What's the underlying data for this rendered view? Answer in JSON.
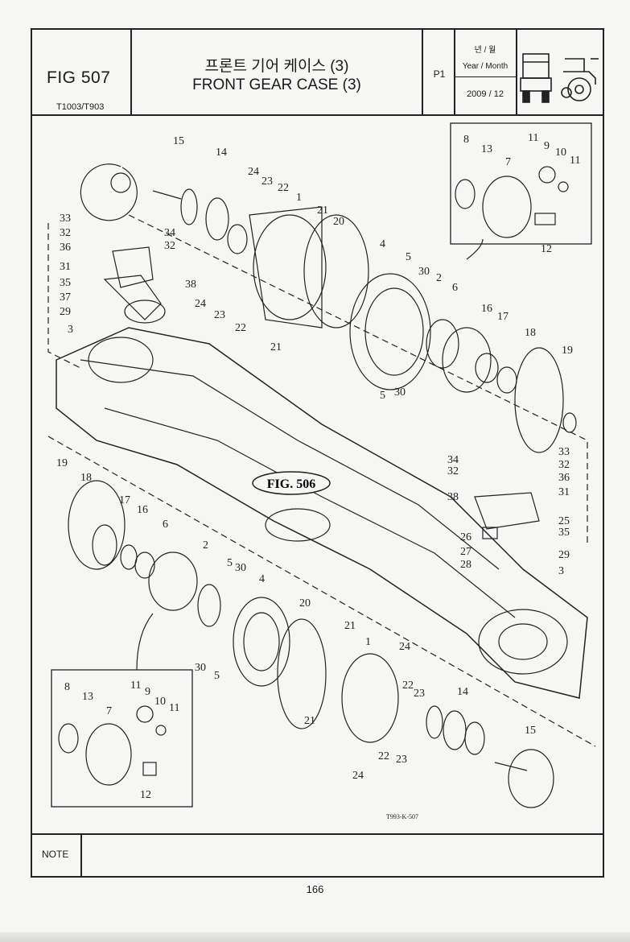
{
  "header": {
    "fig_number": "FIG 507",
    "models": "T1003/T903",
    "title_korean": "프론트 기어 케이스 (3)",
    "title_english": "FRONT GEAR CASE (3)",
    "page_code": "P1",
    "year_month_korean": "년 / 월",
    "year_month_english": "Year / Month",
    "year_month_value": "2009 / 12"
  },
  "diagram": {
    "callout_fig": "FIG. 506",
    "drawing_ref": "T993-K-507",
    "callouts_upper_left": [
      "15",
      "14",
      "24",
      "23",
      "22",
      "1",
      "21",
      "20",
      "33",
      "32",
      "34",
      "36",
      "32",
      "31",
      "35",
      "38",
      "37",
      "29",
      "3",
      "24",
      "23",
      "22",
      "21"
    ],
    "callouts_upper_right": [
      "4",
      "5",
      "30",
      "2",
      "6",
      "16",
      "17",
      "18",
      "19",
      "5",
      "30"
    ],
    "callouts_inset_top": [
      "8",
      "13",
      "11",
      "9",
      "10",
      "11",
      "7",
      "12"
    ],
    "callouts_right_bracket": [
      "34",
      "32",
      "33",
      "32",
      "36",
      "38",
      "31",
      "25",
      "35",
      "26",
      "27",
      "28",
      "29",
      "3"
    ],
    "callouts_lower": [
      "19",
      "18",
      "17",
      "16",
      "6",
      "2",
      "5",
      "30",
      "4",
      "20",
      "21",
      "1",
      "24",
      "22",
      "23",
      "14",
      "15",
      "30",
      "5",
      "21",
      "22",
      "23",
      "24"
    ],
    "callouts_inset_bottom": [
      "8",
      "13",
      "11",
      "9",
      "10",
      "11",
      "7",
      "12"
    ]
  },
  "footer": {
    "note_label": "NOTE",
    "page_number": "166"
  }
}
